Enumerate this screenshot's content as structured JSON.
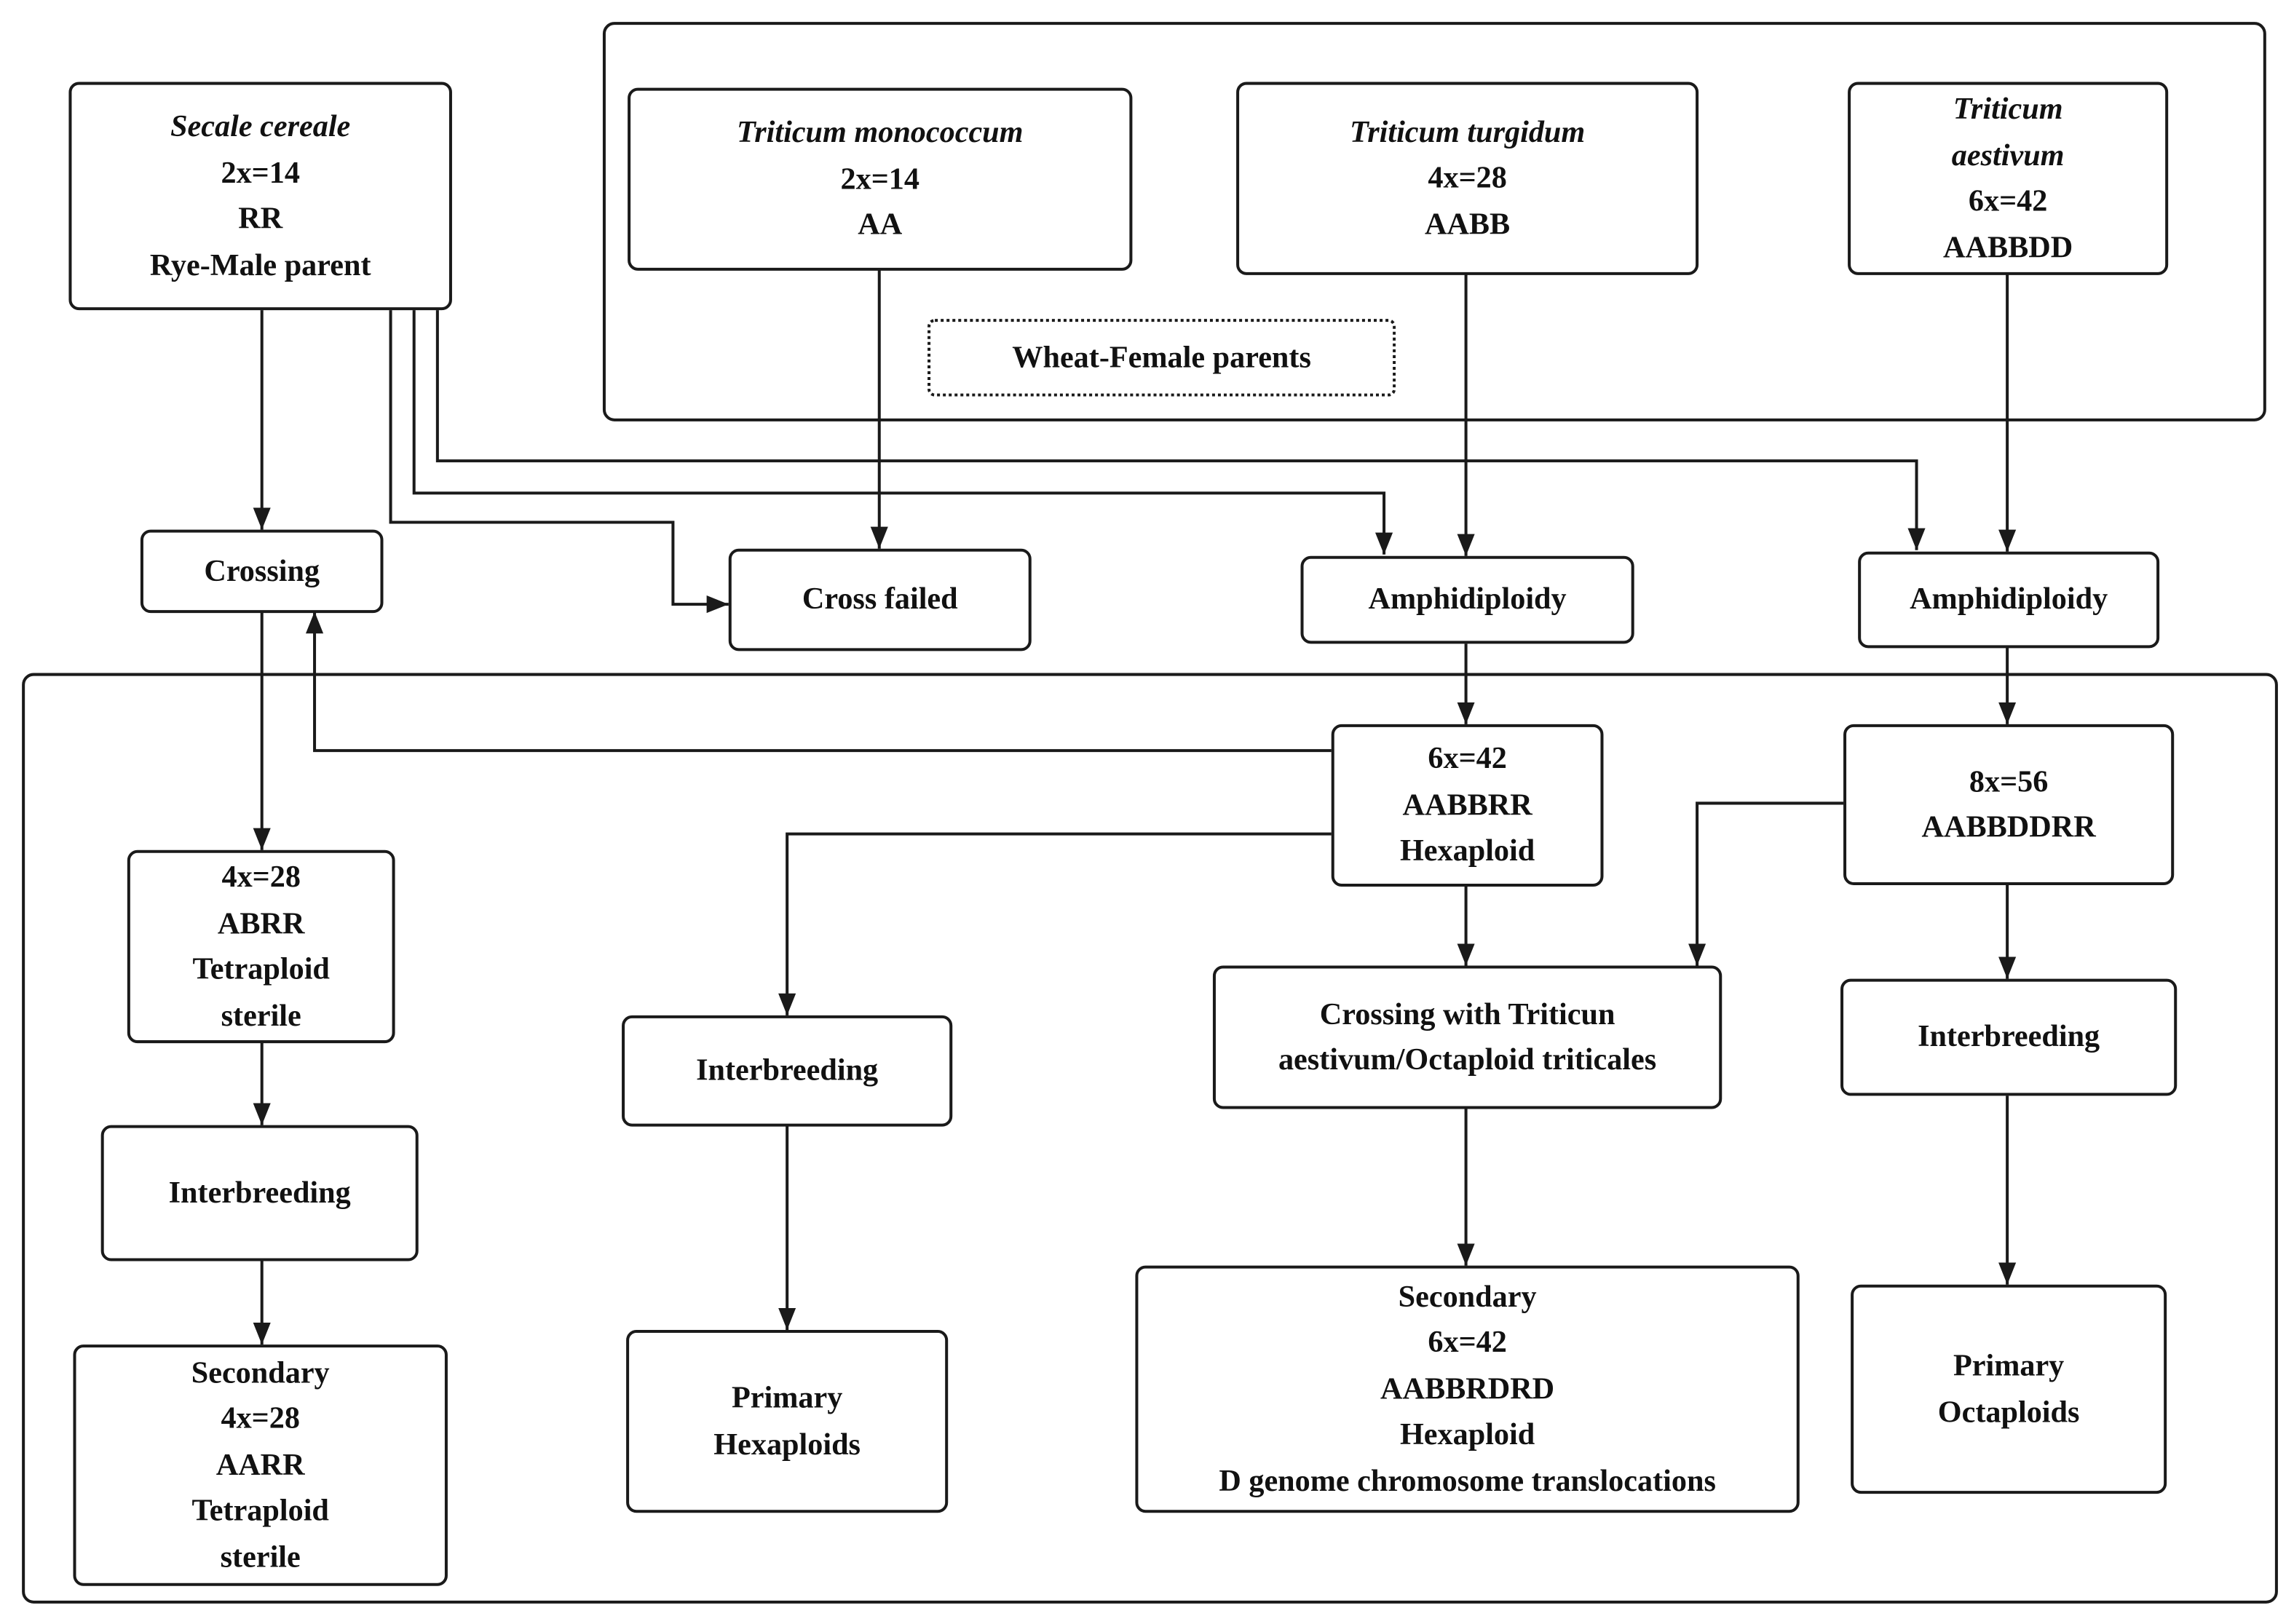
{
  "wheat_group": {
    "label": "Wheat-Female parents",
    "species": [
      {
        "name": "Triticum monococcum",
        "lines": [
          "2x=14",
          "AA"
        ]
      },
      {
        "name": "Triticum turgidum",
        "lines": [
          "4x=28",
          "AABB"
        ]
      },
      {
        "name_line1": "Triticum",
        "name_line2": "aestivum",
        "lines": [
          "6x=42",
          "AABBDD"
        ]
      }
    ]
  },
  "rye": {
    "name": "Secale cereale",
    "lines": [
      "2x=14",
      "RR",
      "Rye-Male parent"
    ]
  },
  "steps": {
    "crossing": "Crossing",
    "cross_failed": "Cross failed",
    "amphidiploidy": "Amphidiploidy",
    "interbreeding": "Interbreeding"
  },
  "tetraploid": {
    "lines": [
      "4x=28",
      "ABRR",
      "Tetraploid",
      "sterile"
    ]
  },
  "secondary_tetraploid": {
    "lines": [
      "Secondary",
      "4x=28",
      "AARR",
      "Tetraploid",
      "sterile"
    ]
  },
  "hexaploid": {
    "lines": [
      "6x=42",
      "AABBRR",
      "Hexaploid"
    ]
  },
  "octaploid": {
    "lines": [
      "8x=56",
      "AABBDDRR"
    ]
  },
  "crossing_with": {
    "lines": [
      "Crossing with Triticun",
      "aestivum/Octaploid triticales"
    ]
  },
  "primary_hexaploids": {
    "lines": [
      "Primary",
      "Hexaploids"
    ]
  },
  "secondary_hexaploid": {
    "lines": [
      "Secondary",
      "6x=42",
      "AABBRDRD",
      "Hexaploid",
      "D genome chromosome translocations"
    ]
  },
  "primary_octaploids": {
    "lines": [
      "Primary",
      "Octaploids"
    ]
  }
}
